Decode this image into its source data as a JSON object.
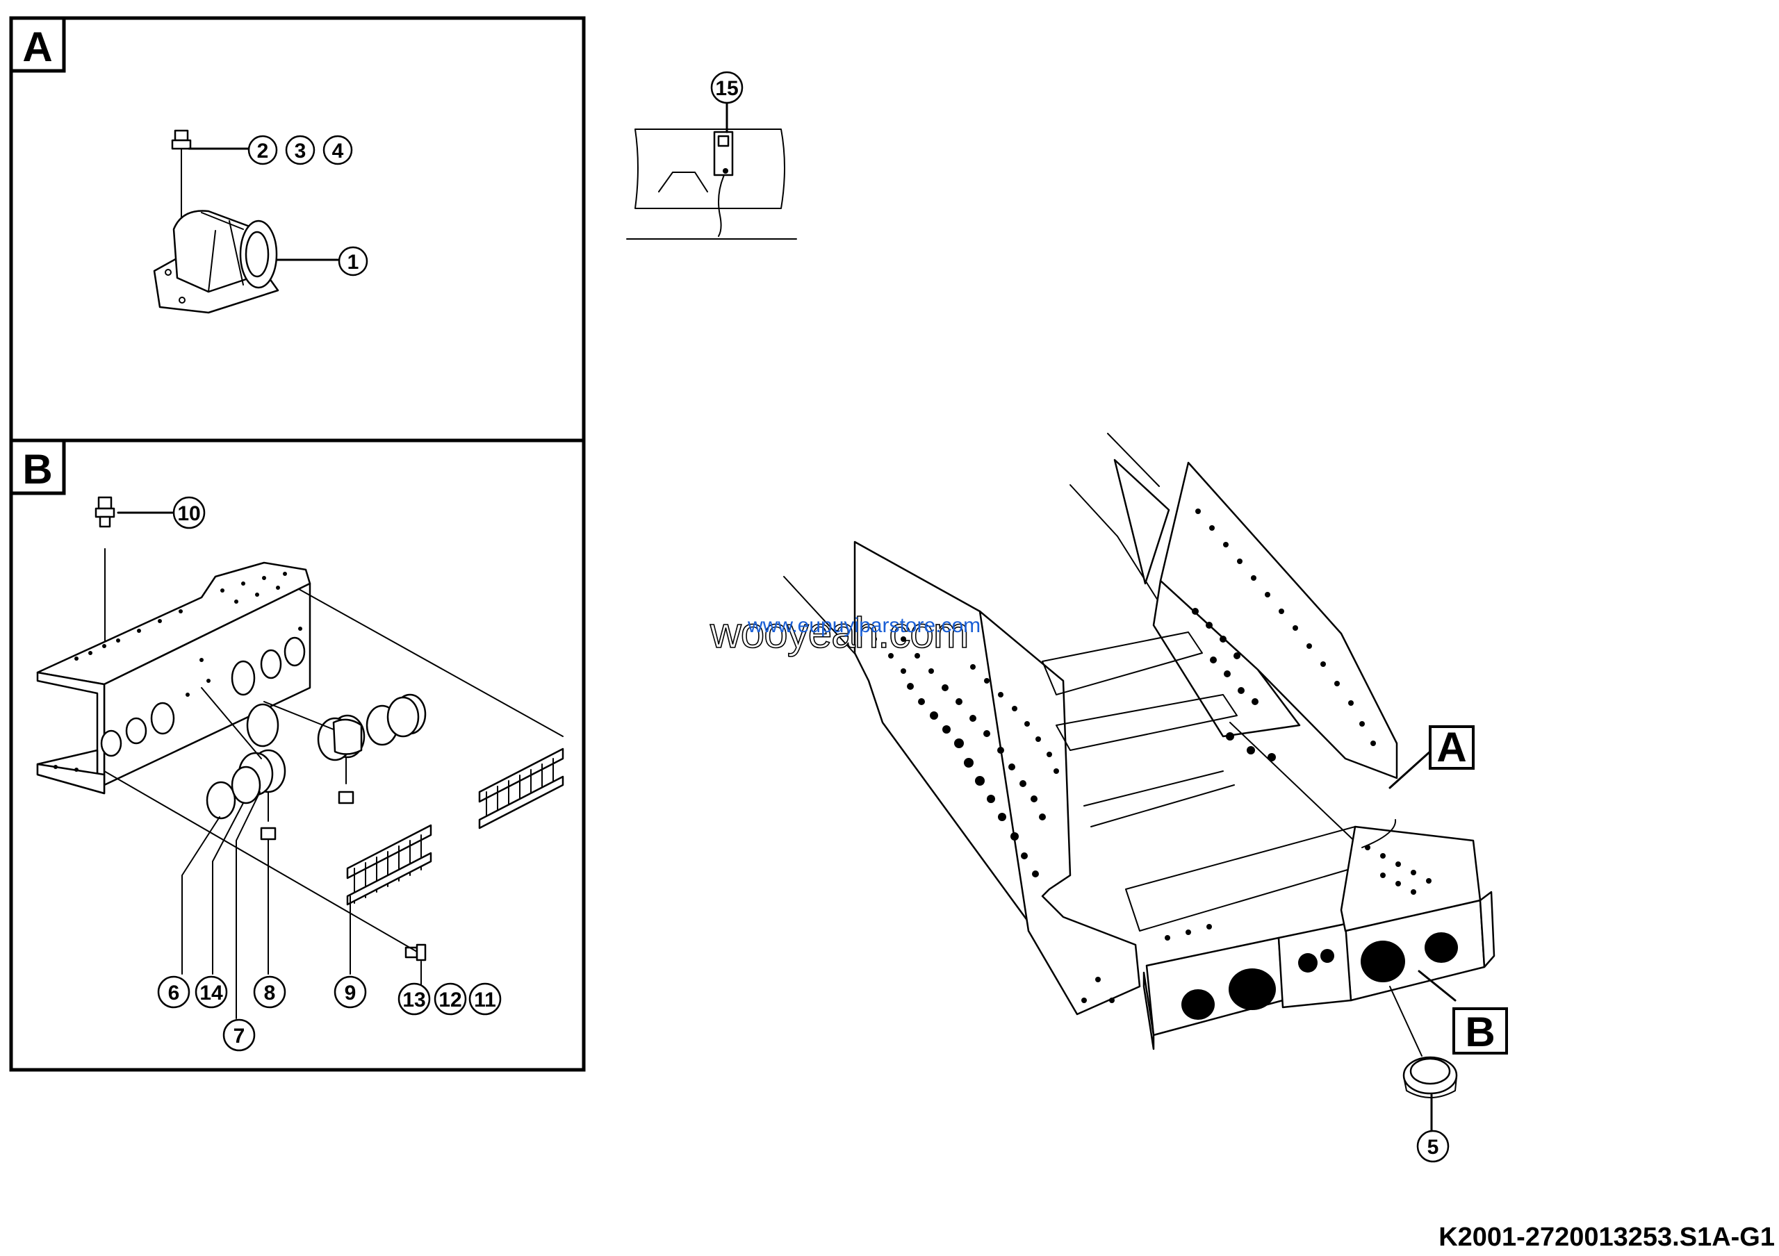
{
  "panels": {
    "a": {
      "letter": "A"
    },
    "b": {
      "letter": "B"
    }
  },
  "main_view_labels": {
    "a": "A",
    "b": "B"
  },
  "callouts": {
    "c1": "1",
    "c2": "2",
    "c3": "3",
    "c4": "4",
    "c5": "5",
    "c6": "6",
    "c7": "7",
    "c8": "8",
    "c9": "9",
    "c10": "10",
    "c11": "11",
    "c12": "12",
    "c13": "13",
    "c14": "14",
    "c15": "15"
  },
  "watermark": {
    "main": "wooyeah.com",
    "sub": "www.eupuyiparstore.com"
  },
  "drawing_code": "K2001-2720013253.S1A-G1"
}
